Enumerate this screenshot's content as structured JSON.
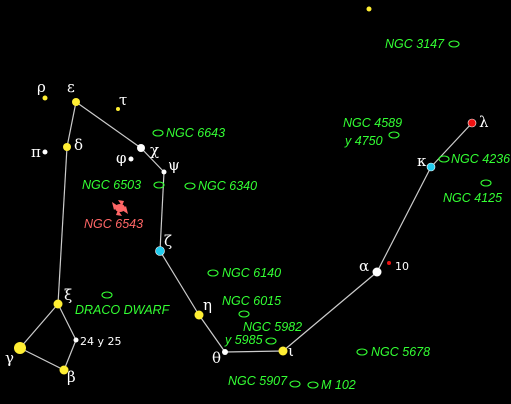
{
  "colors": {
    "background": "#000000",
    "line": "#cccccc",
    "star_yellow": "#ffee33",
    "star_white": "#ffffff",
    "star_cyan": "#22ccee",
    "star_red": "#ee1111",
    "galaxy": "#33ff33",
    "nebula": "#ff6666"
  },
  "stars": {
    "lambda": "λ",
    "kappa": "κ",
    "alpha": "α",
    "alpha_num": "10",
    "iota": "ι",
    "theta": "θ",
    "eta": "η",
    "zeta": "ζ",
    "psi": "ψ",
    "chi": "χ",
    "phi": "φ",
    "epsilon": "ε",
    "tau": "τ",
    "rho": "ρ",
    "pi": "π",
    "delta": "δ",
    "xi": "ξ",
    "gamma": "γ",
    "beta": "β",
    "n24_25": "24 y 25"
  },
  "objects": {
    "ngc3147": "NGC 3147",
    "ngc6643": "NGC 6643",
    "ngc4589": "NGC 4589",
    "y4750": "y 4750",
    "ngc4236": "NGC 4236",
    "ngc6503": "NGC 6503",
    "ngc6340": "NGC 6340",
    "ngc4125": "NGC 4125",
    "ngc6543": "NGC 6543",
    "ngc6140": "NGC 6140",
    "draco_dwarf": "DRACO DWARF",
    "ngc6015": "NGC 6015",
    "ngc5982": "NGC 5982",
    "y5985": "y 5985",
    "ngc5678": "NGC 5678",
    "ngc5907": "NGC 5907",
    "m102": "M 102"
  }
}
